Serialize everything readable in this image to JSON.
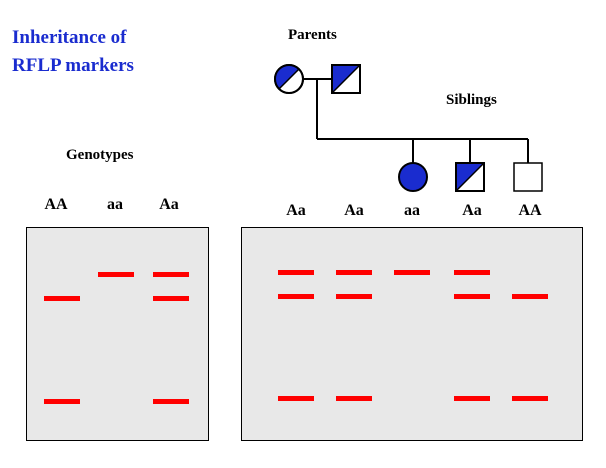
{
  "title": {
    "line1": "Inheritance of",
    "line2": "RFLP markers"
  },
  "labels": {
    "parents": "Parents",
    "siblings": "Siblings",
    "genotypes": "Genotypes"
  },
  "reference_genotypes": [
    "AA",
    "aa",
    "Aa"
  ],
  "family_genotypes": [
    "Aa",
    "Aa",
    "aa",
    "Aa",
    "AA"
  ],
  "pedigree": {
    "colors": {
      "affected": "#1a2ccf",
      "unaffected": "#ffffff",
      "line": "#000000"
    },
    "parents": [
      {
        "sex": "female",
        "shading": "half"
      },
      {
        "sex": "male",
        "shading": "half"
      }
    ],
    "siblings": [
      {
        "sex": "female",
        "shading": "full"
      },
      {
        "sex": "male",
        "shading": "half"
      },
      {
        "sex": "male",
        "shading": "none"
      }
    ]
  },
  "gels": {
    "band_color": "#ff0000",
    "background": "#e8e8e8",
    "allele_bands": [
      "A",
      "a",
      "shared"
    ],
    "reference_lanes": [
      [
        "A",
        "shared"
      ],
      [
        "a"
      ],
      [
        "a",
        "A",
        "shared"
      ]
    ],
    "family_lanes": [
      [
        "a",
        "A",
        "shared"
      ],
      [
        "a",
        "A",
        "shared"
      ],
      [
        "a"
      ],
      [
        "a",
        "A",
        "shared"
      ],
      [
        "A",
        "shared"
      ]
    ]
  }
}
